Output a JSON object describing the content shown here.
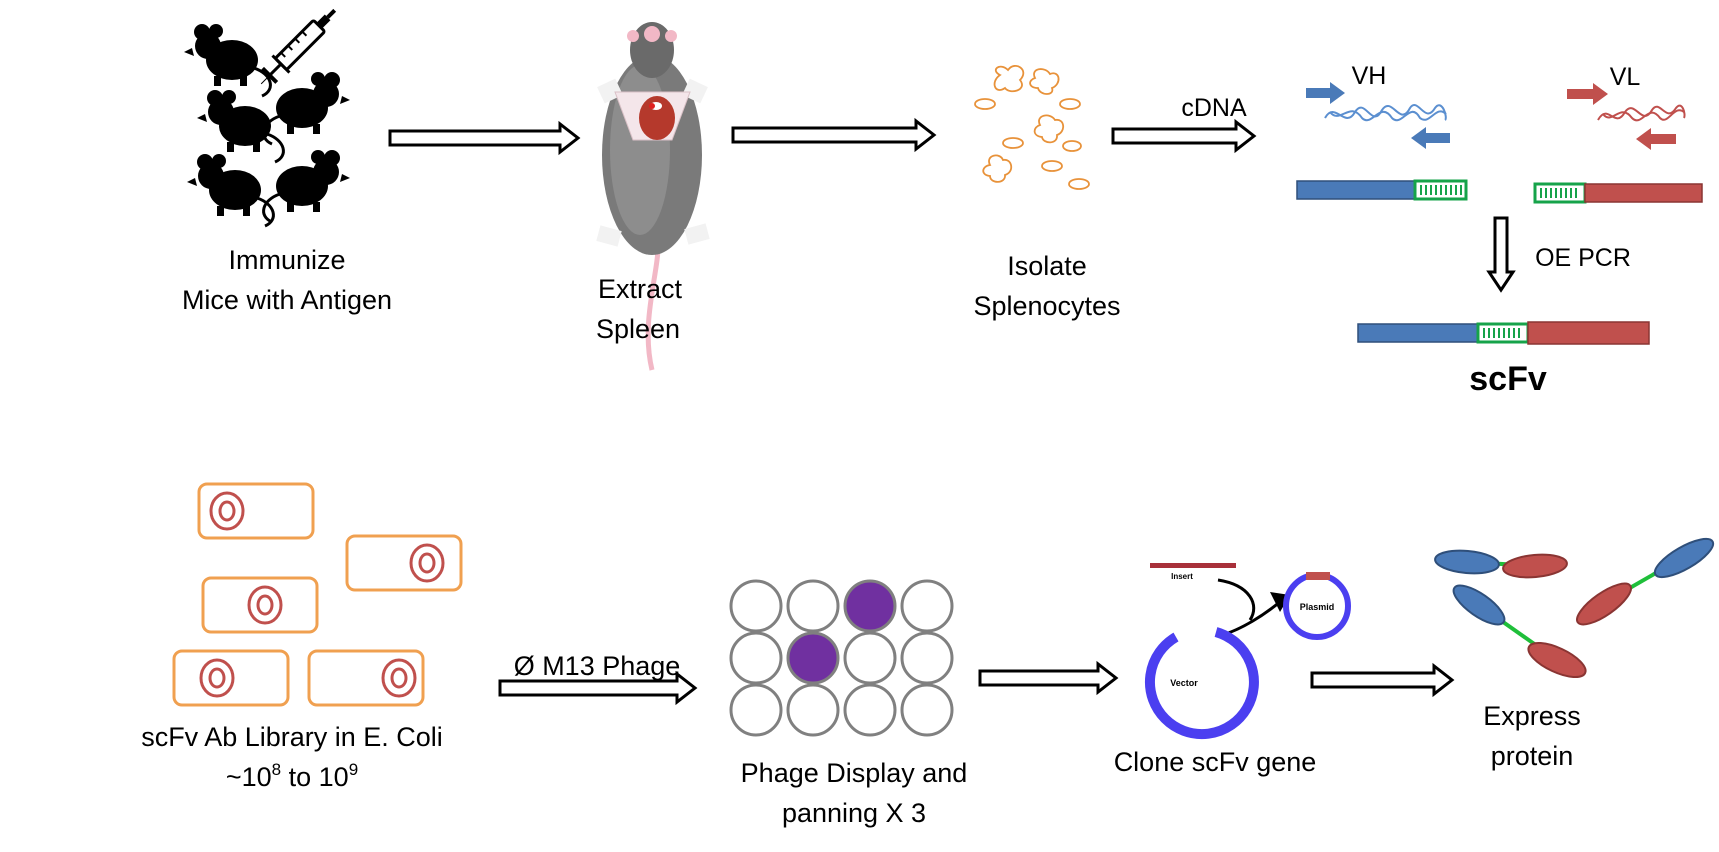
{
  "labels": {
    "immunize_line1": "Immunize",
    "immunize_line2": "Mice with Antigen",
    "extract_line1": "Extract",
    "extract_line2": "Spleen",
    "isolate_line1": "Isolate",
    "isolate_line2": "Splenocytes",
    "cdna": "cDNA",
    "vh": "VH",
    "vl": "VL",
    "oe_pcr": "OE PCR",
    "scfv": "scFv",
    "library_line1": "scFv Ab Library in E. Coli",
    "library_tilde": "~10",
    "library_exp1": "8",
    "library_to": " to 10",
    "library_exp2": "9",
    "phage": "Ø M13 Phage",
    "display_line1": "Phage Display and",
    "display_line2": "panning X 3",
    "insert": "Insert",
    "plasmid": "Plasmid",
    "vector": "Vector",
    "clone": "Clone scFv gene",
    "express_line1": "Express",
    "express_line2": "protein"
  },
  "colors": {
    "heavy_chain": "#4a7ab8",
    "light_chain": "#c0504d",
    "linker": "#16a34a",
    "cell_outline": "#f0a050",
    "well_filled": "#7030a0",
    "plasmid": "#4b3ff0"
  },
  "wells": {
    "rows": 3,
    "cols": 4,
    "filled": [
      [
        0,
        2
      ],
      [
        1,
        1
      ]
    ]
  }
}
